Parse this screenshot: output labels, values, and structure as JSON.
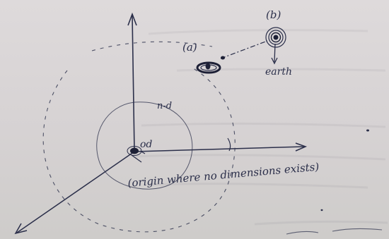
{
  "photo": {
    "subject": "handwritten-sketch-on-paper",
    "labels": {
      "point_a": "(a)",
      "point_b": "(b)",
      "earth": "earth",
      "nd": "n-d",
      "origin_mark": "od",
      "origin_note": "(origin where no dimensions exists)"
    },
    "colors": {
      "paper": "#dcd8d9",
      "ink": "#2b2f4a"
    }
  }
}
